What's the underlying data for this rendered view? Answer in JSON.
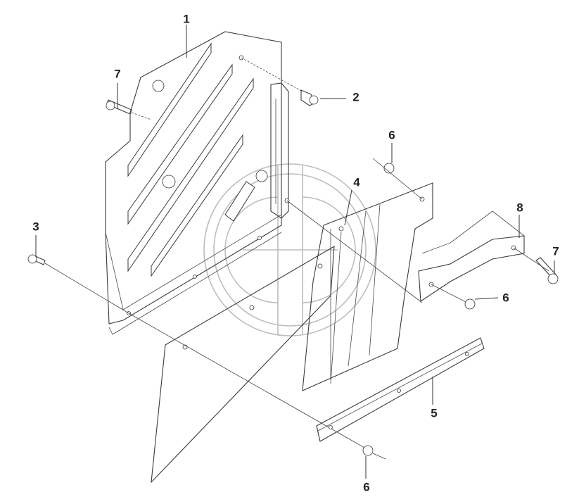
{
  "callouts": [
    {
      "id": "c1",
      "label": "1"
    },
    {
      "id": "c2",
      "label": "2"
    },
    {
      "id": "c3",
      "label": "3"
    },
    {
      "id": "c4",
      "label": "4"
    },
    {
      "id": "c5",
      "label": "5"
    },
    {
      "id": "c6a",
      "label": "6"
    },
    {
      "id": "c6b",
      "label": "6"
    },
    {
      "id": "c6c",
      "label": "6"
    },
    {
      "id": "c7a",
      "label": "7"
    },
    {
      "id": "c7b",
      "label": "7"
    },
    {
      "id": "c8",
      "label": "8"
    }
  ]
}
